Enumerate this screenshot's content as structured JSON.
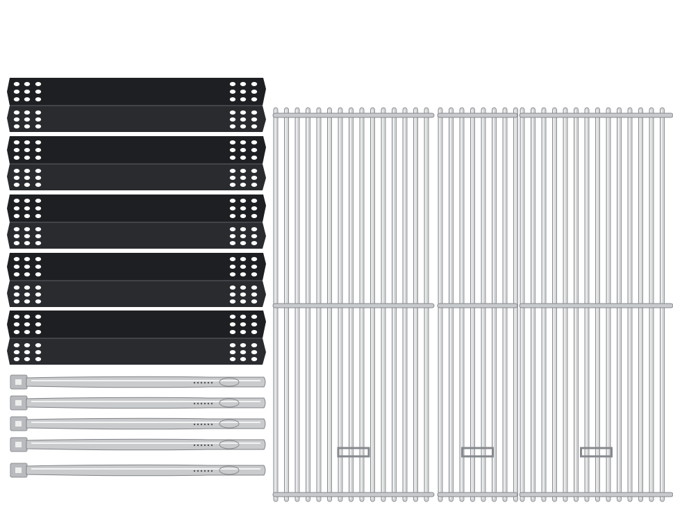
{
  "image": {
    "subject": "grill-replacement-parts-kit",
    "background_color": "#ffffff",
    "heat_plates": {
      "count": 5,
      "color": "#1e1f22",
      "hole_color": "#ffffff"
    },
    "burners": {
      "count": 5,
      "color": "#c9cbcd"
    },
    "cooking_grates": {
      "count": 3,
      "color": "#d4d6d8"
    }
  }
}
